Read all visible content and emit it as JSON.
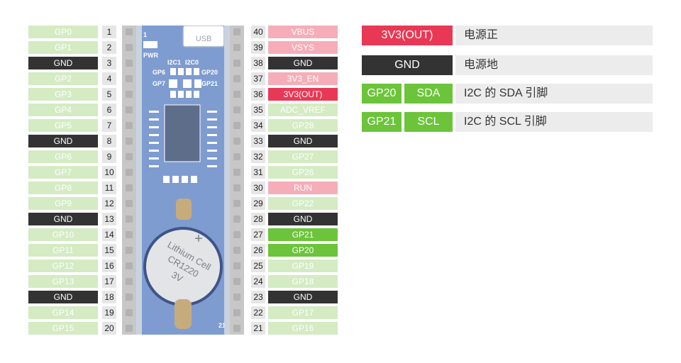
{
  "left_pins": [
    {
      "label": "GP0",
      "num": "1",
      "type": "gp"
    },
    {
      "label": "GP1",
      "num": "2",
      "type": "gp"
    },
    {
      "label": "GND",
      "num": "3",
      "type": "gnd"
    },
    {
      "label": "GP2",
      "num": "4",
      "type": "gp"
    },
    {
      "label": "GP3",
      "num": "5",
      "type": "gp"
    },
    {
      "label": "GP4",
      "num": "6",
      "type": "gp"
    },
    {
      "label": "GP5",
      "num": "7",
      "type": "gp"
    },
    {
      "label": "GND",
      "num": "8",
      "type": "gnd"
    },
    {
      "label": "GP6",
      "num": "9",
      "type": "gp"
    },
    {
      "label": "GP7",
      "num": "10",
      "type": "gp"
    },
    {
      "label": "GP8",
      "num": "11",
      "type": "gp"
    },
    {
      "label": "GP9",
      "num": "12",
      "type": "gp"
    },
    {
      "label": "GND",
      "num": "13",
      "type": "gnd"
    },
    {
      "label": "GP10",
      "num": "14",
      "type": "gp"
    },
    {
      "label": "GP11",
      "num": "15",
      "type": "gp"
    },
    {
      "label": "GP12",
      "num": "16",
      "type": "gp"
    },
    {
      "label": "GP13",
      "num": "17",
      "type": "gp"
    },
    {
      "label": "GND",
      "num": "18",
      "type": "gnd"
    },
    {
      "label": "GP14",
      "num": "19",
      "type": "gp"
    },
    {
      "label": "GP15",
      "num": "20",
      "type": "gp"
    }
  ],
  "right_pins": [
    {
      "label": "VBUS",
      "num": "40",
      "type": "pwr"
    },
    {
      "label": "VSYS",
      "num": "39",
      "type": "pwr"
    },
    {
      "label": "GND",
      "num": "38",
      "type": "gnd"
    },
    {
      "label": "3V3_EN",
      "num": "37",
      "type": "pwr"
    },
    {
      "label": "3V3(OUT)",
      "num": "36",
      "type": "red"
    },
    {
      "label": "ADC_VREF",
      "num": "35",
      "type": "gp"
    },
    {
      "label": "GP28",
      "num": "34",
      "type": "gp"
    },
    {
      "label": "GND",
      "num": "33",
      "type": "gnd"
    },
    {
      "label": "GP27",
      "num": "32",
      "type": "gp"
    },
    {
      "label": "GP26",
      "num": "31",
      "type": "gp"
    },
    {
      "label": "RUN",
      "num": "30",
      "type": "pwr"
    },
    {
      "label": "GP22",
      "num": "29",
      "type": "gp"
    },
    {
      "label": "GND",
      "num": "28",
      "type": "gnd"
    },
    {
      "label": "GP21",
      "num": "27",
      "type": "green"
    },
    {
      "label": "GP20",
      "num": "26",
      "type": "green"
    },
    {
      "label": "GP19",
      "num": "25",
      "type": "gp"
    },
    {
      "label": "GP18",
      "num": "24",
      "type": "gp"
    },
    {
      "label": "GND",
      "num": "23",
      "type": "gnd"
    },
    {
      "label": "GP17",
      "num": "22",
      "type": "gp"
    },
    {
      "label": "GP16",
      "num": "21",
      "type": "gp"
    }
  ],
  "board": {
    "usb": "USB",
    "pin1": "1",
    "pin40": "40",
    "pin20": "20",
    "pin21": "21",
    "pwr": "PWR",
    "i2c1": "I2C1",
    "i2c0": "I2C0",
    "gp6": "GP6",
    "gp7": "GP7",
    "gp20": "GP20",
    "gp21": "GP21",
    "battery_line1": "Lithium Cell",
    "battery_line2": "CR1220",
    "battery_line3": "3V",
    "plus": "+"
  },
  "legend": {
    "r1_tag": "3V3(OUT)",
    "r1_desc": "电源正",
    "r2_tag": "GND",
    "r2_desc": "电源地",
    "r3_gp": "GP20",
    "r3_fn": "SDA",
    "r3_desc": "I2C 的 SDA 引脚",
    "r4_gp": "GP21",
    "r4_fn": "SCL",
    "r4_desc": "I2C 的 SCL 引脚"
  },
  "colors": {
    "gp_bg": "#d4ebc3",
    "gnd_bg": "#333333",
    "power_bg": "#f5aeb8",
    "highlight_red": "#e93855",
    "highlight_green": "#6cc43a",
    "board_blue": "#7f9cd1"
  }
}
